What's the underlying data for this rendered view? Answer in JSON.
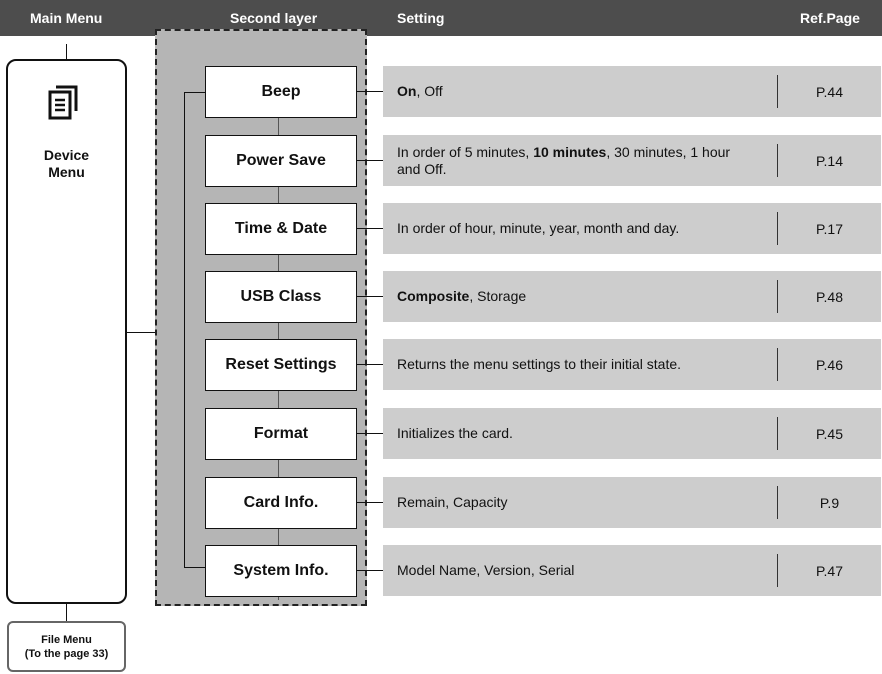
{
  "header": {
    "main_menu": "Main Menu",
    "second_layer": "Second layer",
    "setting": "Setting",
    "ref_page": "Ref.Page"
  },
  "main_menu": {
    "icon": "device-menu-icon",
    "label_line1": "Device",
    "label_line2": "Menu"
  },
  "file_menu": {
    "line1": "File Menu",
    "line2": "(To the page 33)"
  },
  "items": [
    {
      "name": "Beep",
      "setting_bold": "On",
      "setting_pre": "",
      "setting_post": ", Off",
      "ref": "P.44"
    },
    {
      "name": "Power Save",
      "setting_pre": "In order of 5 minutes, ",
      "setting_bold": "10 minutes",
      "setting_post": ", 30 minutes, 1 hour and Off.",
      "ref": "P.14"
    },
    {
      "name": "Time & Date",
      "setting_pre": "In order of hour, minute, year, month and day.",
      "setting_bold": "",
      "setting_post": "",
      "ref": "P.17"
    },
    {
      "name": "USB Class",
      "setting_pre": "",
      "setting_bold": "Composite",
      "setting_post": ", Storage",
      "ref": "P.48"
    },
    {
      "name": "Reset Settings",
      "setting_pre": "Returns the menu settings to their initial state.",
      "setting_bold": "",
      "setting_post": "",
      "ref": "P.46"
    },
    {
      "name": "Format",
      "setting_pre": "Initializes the card.",
      "setting_bold": "",
      "setting_post": "",
      "ref": "P.45"
    },
    {
      "name": "Card Info.",
      "setting_pre": "Remain, Capacity",
      "setting_bold": "",
      "setting_post": "",
      "ref": "P.9"
    },
    {
      "name": "System Info.",
      "setting_pre": "Model Name, Version, Serial",
      "setting_bold": "",
      "setting_post": "",
      "ref": "P.47"
    }
  ]
}
